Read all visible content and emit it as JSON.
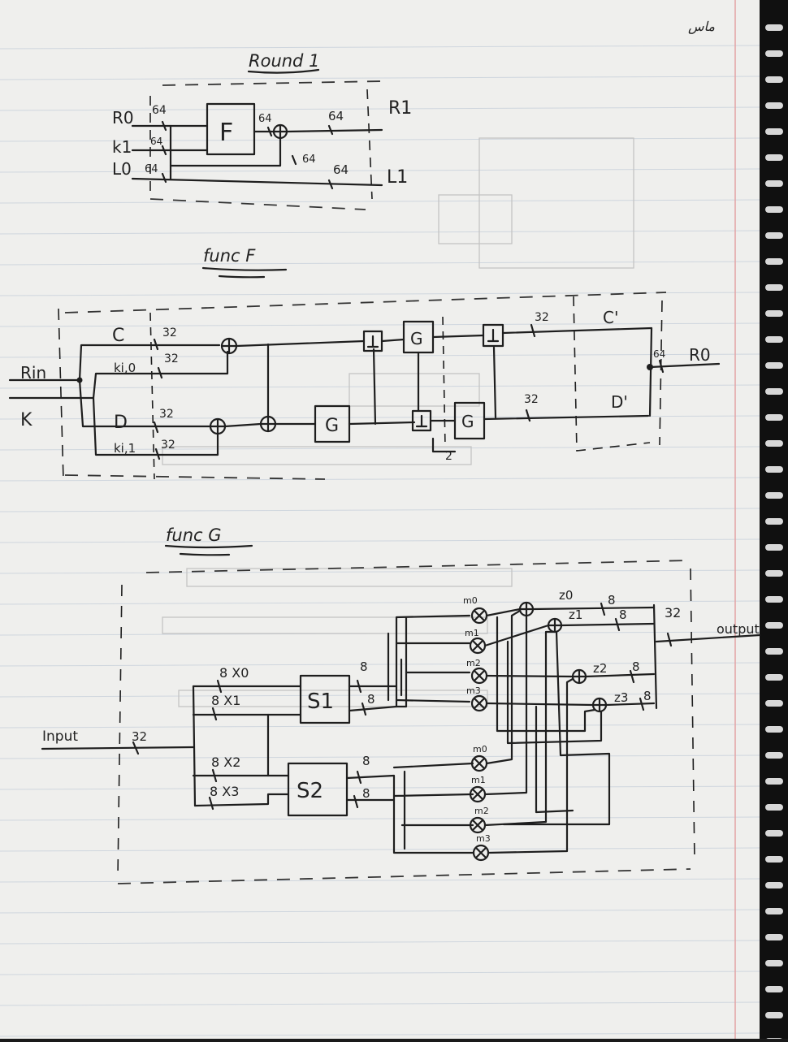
{
  "corner_mark": "ماس",
  "round": {
    "title": "Round 1",
    "inputs": [
      "R0",
      "k1",
      "L0"
    ],
    "outputs": [
      "R1",
      "L1"
    ],
    "block": "F",
    "widths": [
      "64",
      "64",
      "64",
      "64",
      "64",
      "64",
      "64"
    ]
  },
  "func_f": {
    "title": "func F",
    "inputs": [
      "Rin",
      "K"
    ],
    "halves": [
      "C",
      "D"
    ],
    "subkeys": [
      "ki,0",
      "ki,1"
    ],
    "g_block": "G",
    "outputs": [
      "C'",
      "D'",
      "R0"
    ],
    "widths": [
      "32",
      "32",
      "32",
      "32",
      "32",
      "32",
      "64"
    ],
    "shift_note": "2"
  },
  "func_g": {
    "title": "func G",
    "input_label": "Input",
    "input_width": "32",
    "bytes": [
      "8 X0",
      "8 X1",
      "8 X2",
      "8 X3"
    ],
    "sboxes": [
      "S1",
      "S2"
    ],
    "sbox_widths": [
      "8",
      "8",
      "8",
      "8"
    ],
    "masks_top": [
      "m0",
      "m1",
      "m2",
      "m3"
    ],
    "masks_bottom": [
      "m0",
      "m1",
      "m2",
      "m3"
    ],
    "z_labels": [
      "z0",
      "z1",
      "z2",
      "z3"
    ],
    "z_widths": [
      "8",
      "8",
      "8",
      "8"
    ],
    "output_width": "32",
    "output_label": "output"
  },
  "colors": {
    "paper": "#efefed",
    "ink": "#1e1e1e",
    "margin_line": "#e4a4a4",
    "rule": "#cfd6de"
  }
}
